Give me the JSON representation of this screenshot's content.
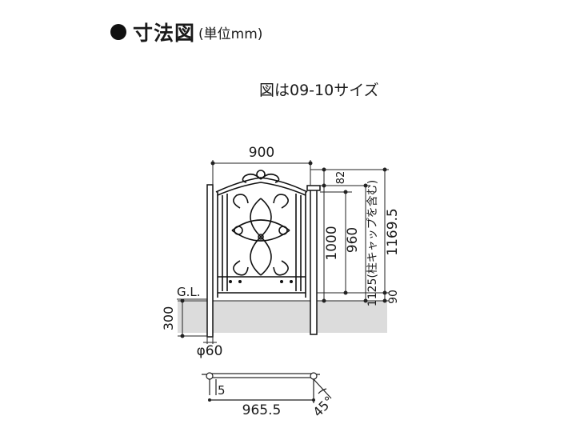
{
  "heading": {
    "title": "寸法図",
    "unit": "(単位mm)"
  },
  "caption": "図は09-10サイズ",
  "dimensions": {
    "width": "900",
    "top_offset": "82",
    "gate_height": "1000",
    "inner_height": "960",
    "total_with_cap": "1125(柱キャップを含む)",
    "total_height": "1169.5",
    "ground_gap": "90",
    "embed_depth": "300",
    "ground_label": "G.L.",
    "post_diameter": "φ60",
    "plan_offset": "5",
    "plan_width": "965.5",
    "swing_angle": "45°"
  }
}
